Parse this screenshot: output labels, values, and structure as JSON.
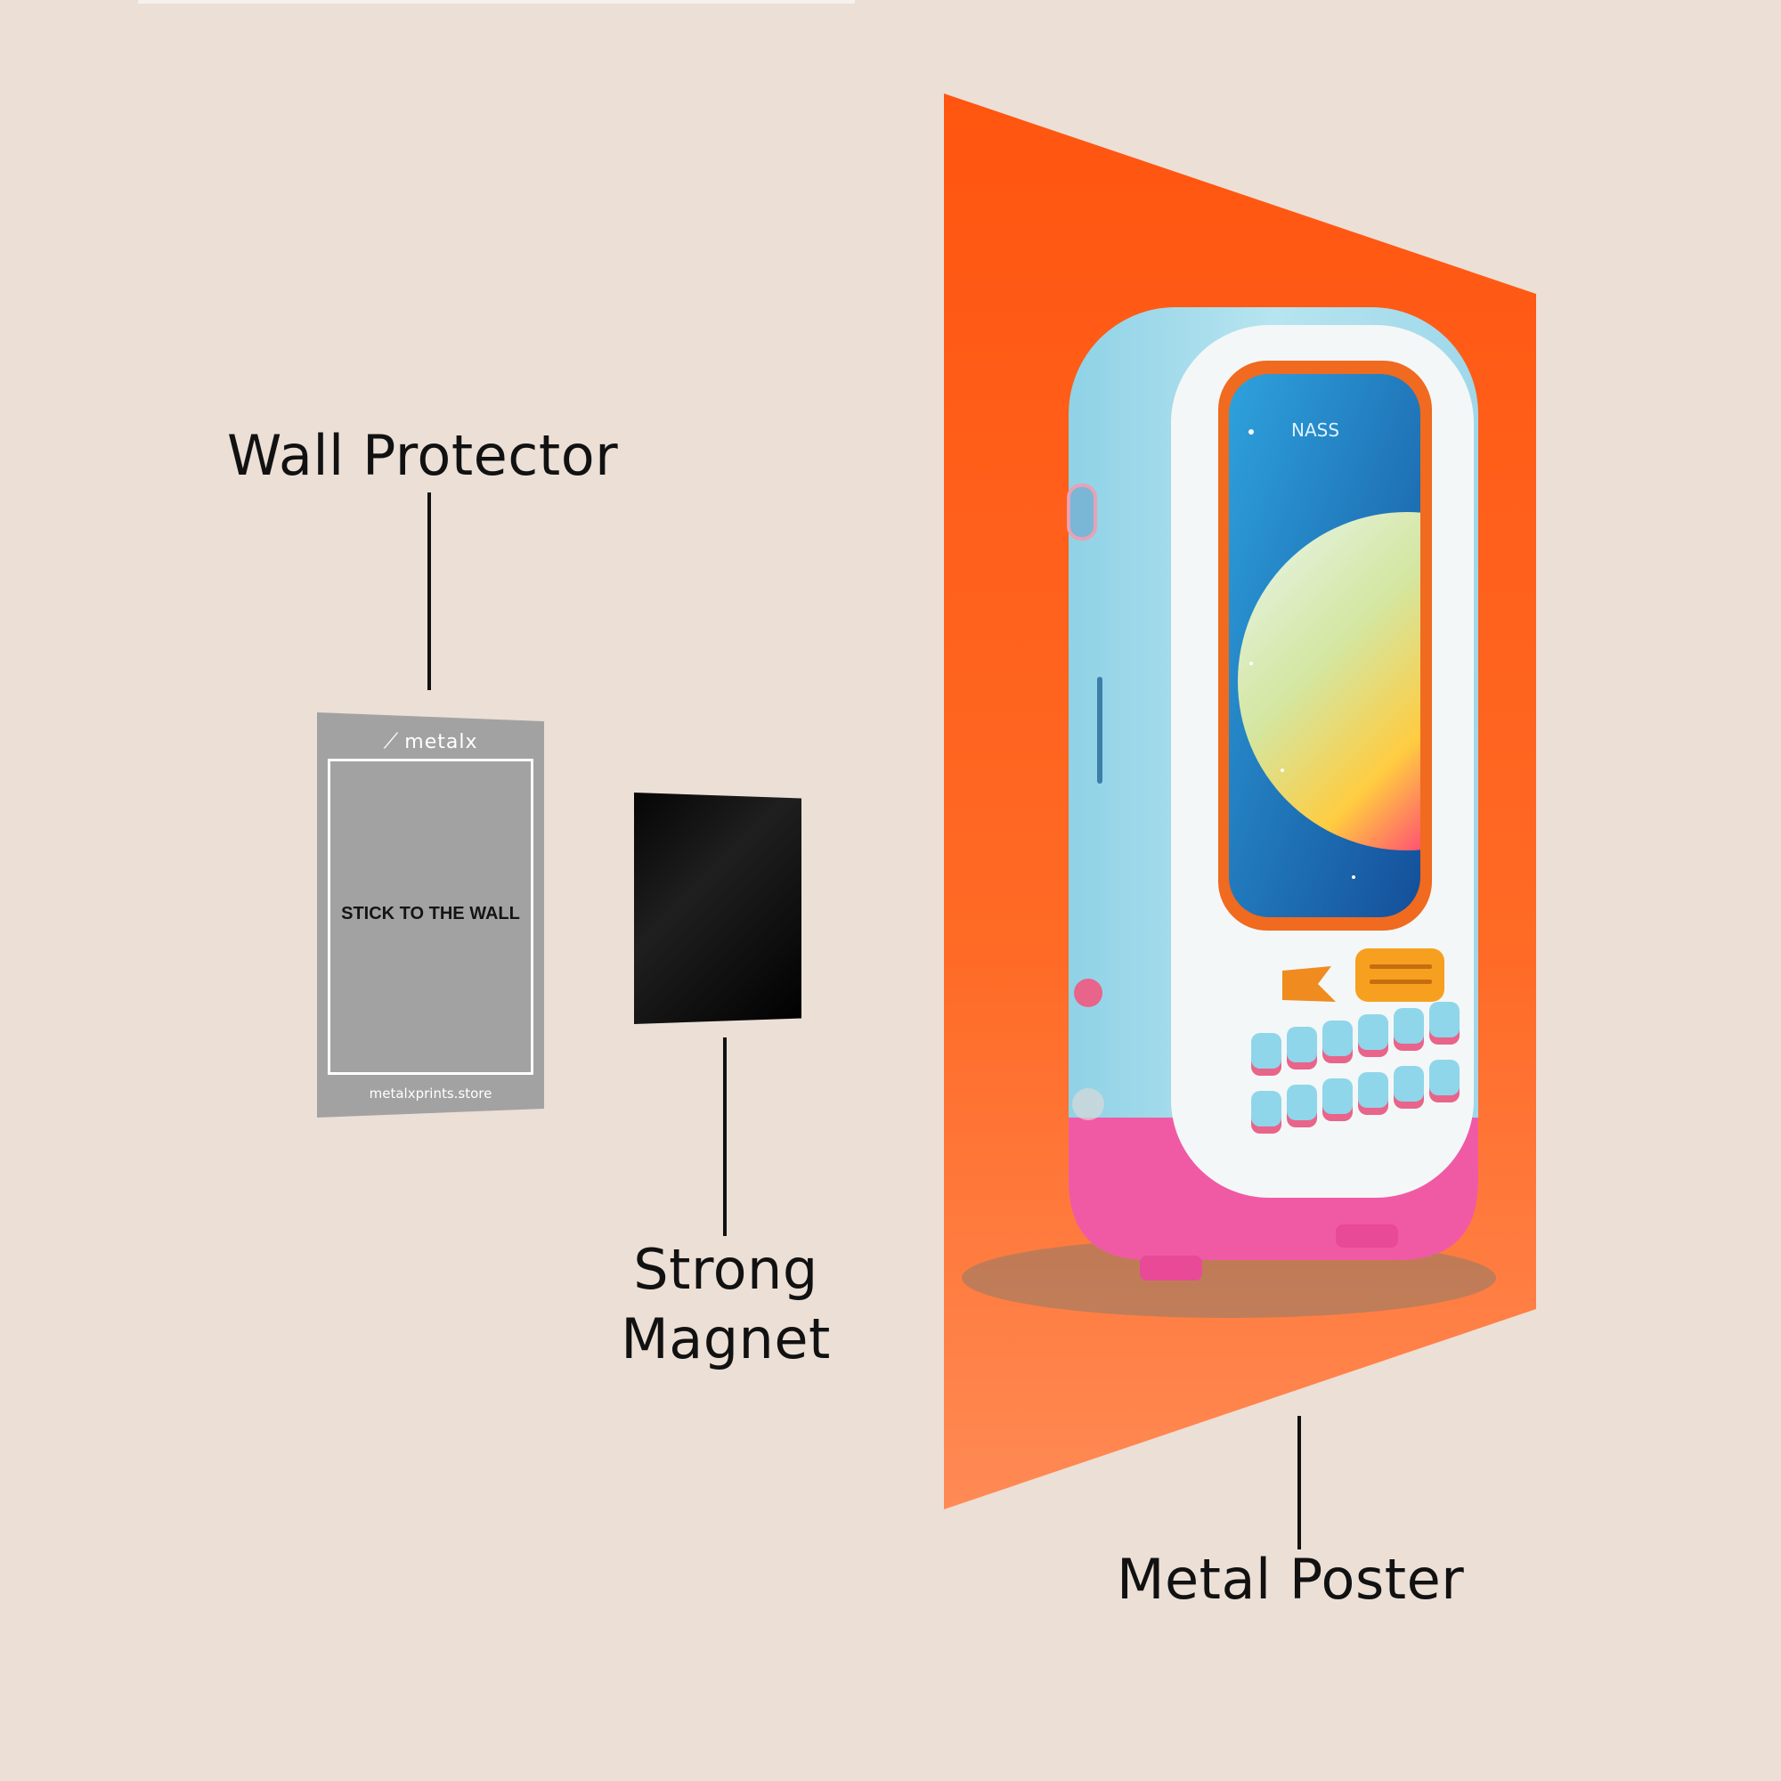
{
  "labels": {
    "wall_protector": "Wall Protector",
    "strong_magnet_line1": "Strong",
    "strong_magnet_line2": "Magnet",
    "metal_poster": "Metal Poster"
  },
  "protector": {
    "brand": "metalx",
    "center_text": "STICK TO THE WALL",
    "url": "metalxprints.store"
  },
  "device_screen_text": "NASS",
  "colors": {
    "background": "#ebdfd6",
    "poster_orange": "#ff5510",
    "device_blue": "#a9dcea",
    "device_pink": "#f05aa5",
    "screen_blue": "#1d6fb8",
    "protector_gray": "#a2a2a2",
    "magnet_black": "#050505"
  }
}
